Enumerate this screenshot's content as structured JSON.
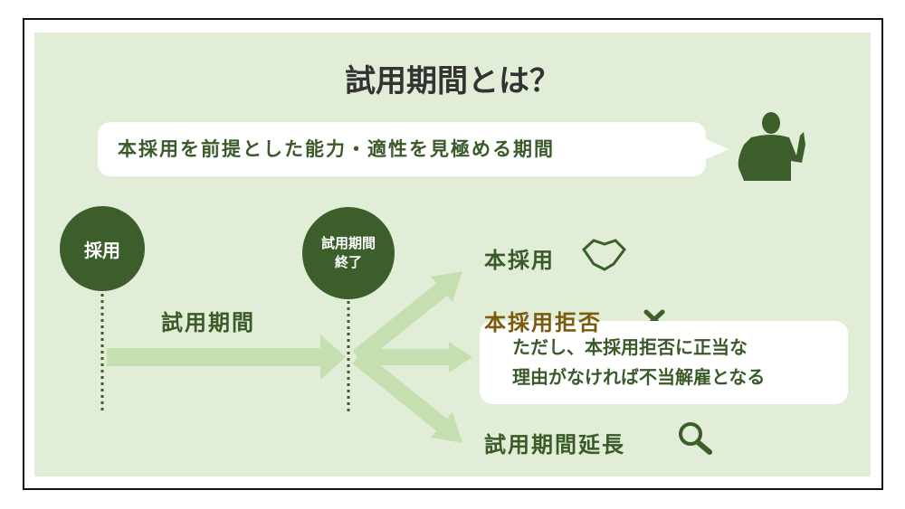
{
  "title": "試用期間とは？",
  "definition": "本採用を前提とした能力・適性を見極める期間",
  "start_circle": "採用",
  "end_circle": [
    "試用期間",
    "終了"
  ],
  "period_label": "試用期間",
  "outcomes": {
    "hire": "本採用",
    "reject": "本採用拒否",
    "reject_note": [
      "ただし、本採用拒否に正当な",
      "理由がなければ不当解雇となる"
    ],
    "extend": "試用期間延長"
  },
  "colors": {
    "background": "#e1edd6",
    "dark_green": "#3b5e2b",
    "arrow": "#c6dfb1",
    "reject": "#7a5a0c"
  }
}
